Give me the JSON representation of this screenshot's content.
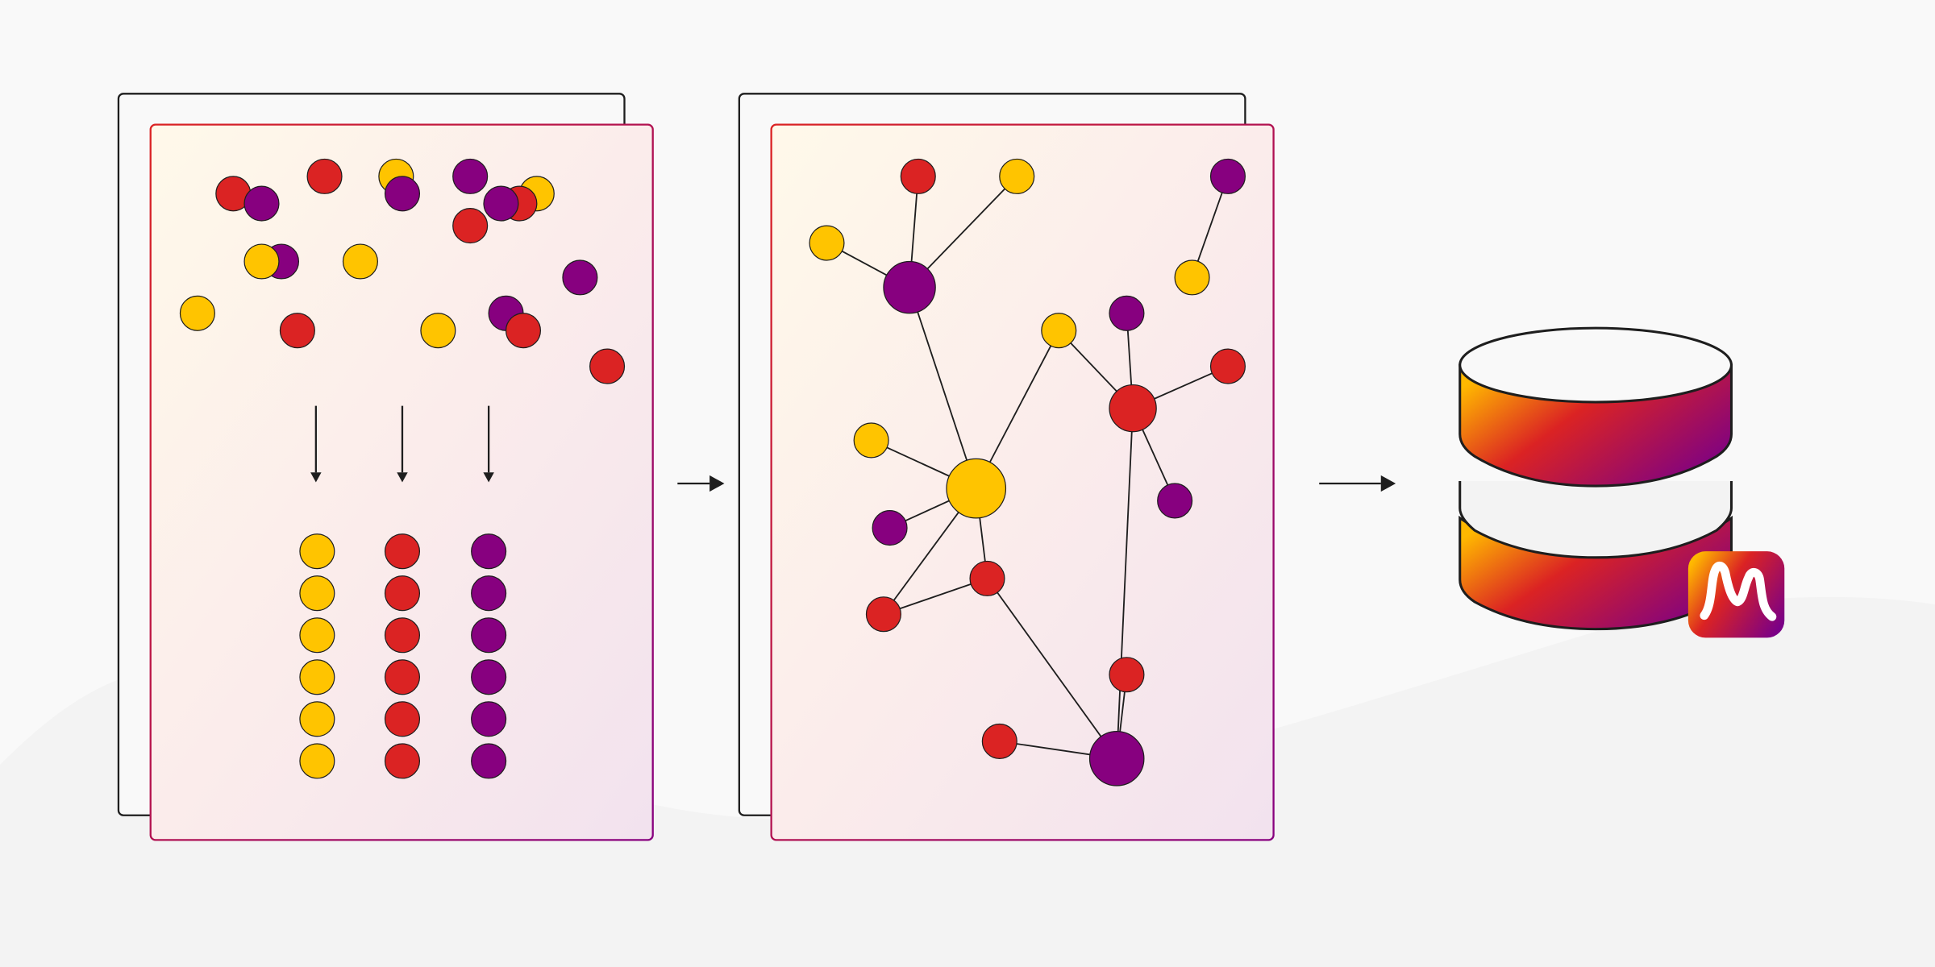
{
  "colors": {
    "background": "#f9f9f9",
    "background_wave": "#f3f3f3",
    "yellow": "#ffc400",
    "red": "#db2323",
    "purple": "#87007f",
    "stroke": "#1e1e1e",
    "gradient_start": "#ffb800",
    "gradient_mid": "#db2323",
    "gradient_end": "#7a0087"
  },
  "stages": [
    {
      "id": "sorting",
      "description_icon": "scattered-dots-sorted-into-columns"
    },
    {
      "id": "graph",
      "description_icon": "knowledge-graph"
    },
    {
      "id": "database",
      "description_icon": "database-with-logo"
    }
  ],
  "logo": {
    "name": "memgraph-logo",
    "letter": "M"
  }
}
